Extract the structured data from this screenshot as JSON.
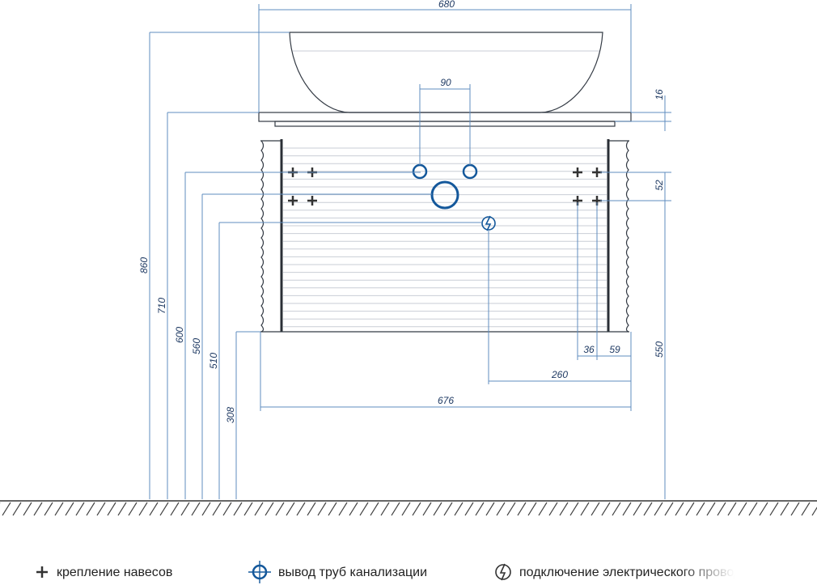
{
  "dimensions": {
    "total_width": "680",
    "pipe_spacing": "90",
    "countertop_thickness": "16",
    "mount_spacing": "52",
    "total_height": "860",
    "countertop_height": "710",
    "upper_mount_height": "600",
    "drain_height": "560",
    "electric_height": "510",
    "cabinet_bottom_height": "308",
    "right_mount_offset": "36",
    "side_offset": "59",
    "electric_offset": "260",
    "cabinet_width": "676",
    "bottom_height": "550"
  },
  "legend": {
    "mount_label": "крепление навесов",
    "drain_label": "вывод труб канализации",
    "electric_label": "подключение электрического провода"
  },
  "colors": {
    "accent": "#14589b",
    "dimension": "#5f8cbf",
    "outline": "#333a44"
  },
  "icons": {
    "mount": "plus-icon",
    "drain": "pipe-outlet-icon",
    "electric": "lightning-icon"
  }
}
